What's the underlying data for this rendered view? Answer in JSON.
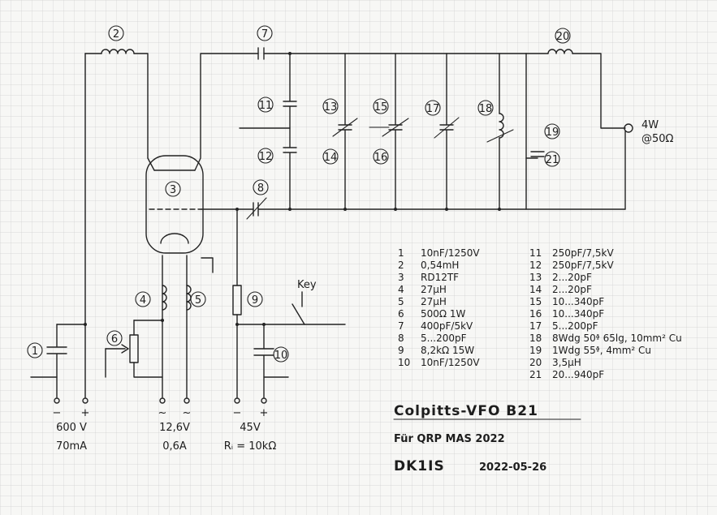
{
  "title": {
    "line1": "Colpitts-VFO  B21",
    "line2": "Für QRP MAS 2022",
    "callsign": "DK1IS",
    "date": "2022-05-26"
  },
  "component_numbers": [
    "1",
    "2",
    "3",
    "4",
    "5",
    "6",
    "7",
    "8",
    "9",
    "10",
    "11",
    "12",
    "13",
    "14",
    "15",
    "16",
    "17",
    "18",
    "19",
    "20",
    "21"
  ],
  "supplies": {
    "hv_voltage": "600 V",
    "hv_current": "70mA",
    "fil_voltage": "12,6V",
    "fil_current": "0,6A",
    "bias_voltage": "45V",
    "bias_ri": "Rᵢ = 10kΩ",
    "minus": "−",
    "plus": "+",
    "tilde": "~"
  },
  "key_label": "Key",
  "output_label_power": "4W",
  "output_label_impedance": "@50Ω",
  "parts_list": [
    {
      "n": "1",
      "v": "10nF/1250V"
    },
    {
      "n": "2",
      "v": "0,54mH"
    },
    {
      "n": "3",
      "v": "RD12TF"
    },
    {
      "n": "4",
      "v": "27μH"
    },
    {
      "n": "5",
      "v": "27μH"
    },
    {
      "n": "6",
      "v": "500Ω 1W"
    },
    {
      "n": "7",
      "v": "400pF/5kV"
    },
    {
      "n": "8",
      "v": "5...200pF"
    },
    {
      "n": "9",
      "v": "8,2kΩ 15W"
    },
    {
      "n": "10",
      "v": "10nF/1250V"
    },
    {
      "n": "11",
      "v": "250pF/7,5kV"
    },
    {
      "n": "12",
      "v": "250pF/7,5kV"
    },
    {
      "n": "13",
      "v": "2...20pF"
    },
    {
      "n": "14",
      "v": "2...20pF"
    },
    {
      "n": "15",
      "v": "10...340pF"
    },
    {
      "n": "16",
      "v": "10...340pF"
    },
    {
      "n": "17",
      "v": "5...200pF"
    },
    {
      "n": "18",
      "v": "8Wdg 50ᶲ 65lg, 10mm² Cu"
    },
    {
      "n": "19",
      "v": "1Wdg 55ᶲ, 4mm² Cu"
    },
    {
      "n": "20",
      "v": "3,5μH"
    },
    {
      "n": "21",
      "v": "20...940pF"
    }
  ]
}
